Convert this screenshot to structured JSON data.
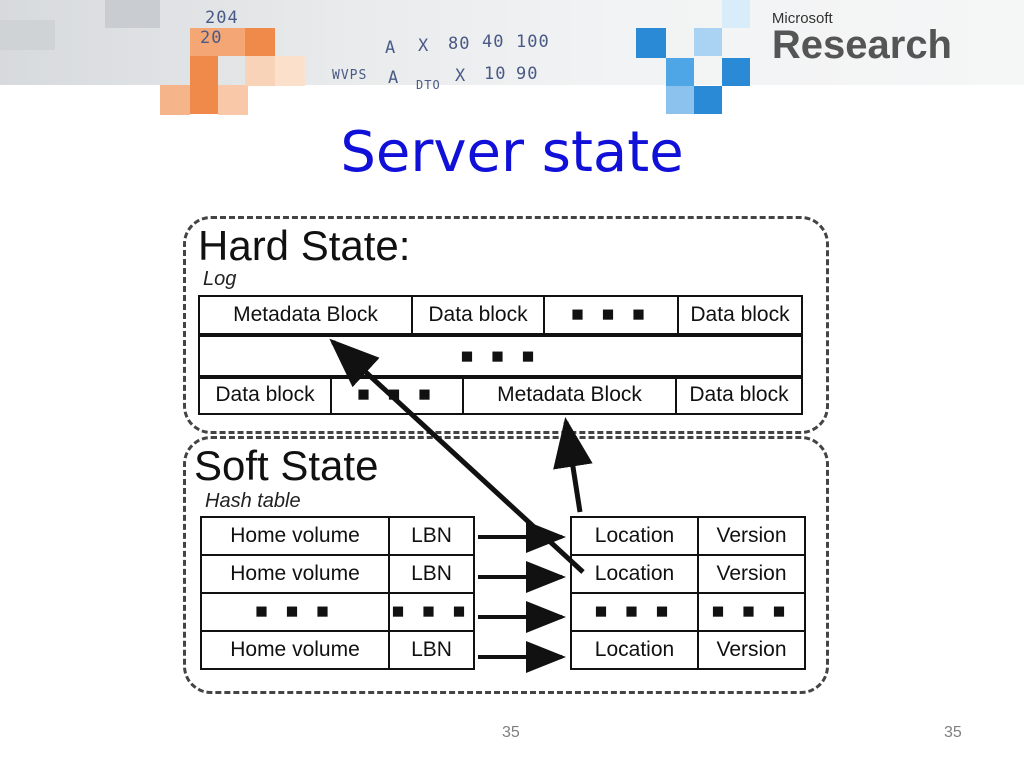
{
  "banner": {
    "scribbles": [
      "204",
      "20",
      "A",
      "X",
      "80",
      "40",
      "100",
      "A",
      "X",
      "10",
      "90",
      "WVPS",
      "DTO"
    ],
    "brand": {
      "small": "Microsoft",
      "big": "Research"
    }
  },
  "slide": {
    "title": "Server state",
    "hard_state": {
      "heading": "Hard State:",
      "subheading": "Log",
      "rows": [
        [
          "Metadata Block",
          "Data block",
          "■ ■ ■",
          "Data block"
        ],
        [
          "■ ■ ■"
        ],
        [
          "Data block",
          "■ ■ ■",
          "Metadata Block",
          "Data block"
        ]
      ]
    },
    "soft_state": {
      "heading": "Soft State",
      "subheading": "Hash table",
      "left_rows": [
        [
          "Home volume",
          "LBN"
        ],
        [
          "Home volume",
          "LBN"
        ],
        [
          "■ ■ ■",
          "■ ■ ■"
        ],
        [
          "Home volume",
          "LBN"
        ]
      ],
      "right_rows": [
        [
          "Location",
          "Version"
        ],
        [
          "Location",
          "Version"
        ],
        [
          "■ ■ ■",
          "■ ■ ■"
        ],
        [
          "Location",
          "Version"
        ]
      ]
    },
    "footer": {
      "center": "35",
      "right": "35"
    }
  }
}
